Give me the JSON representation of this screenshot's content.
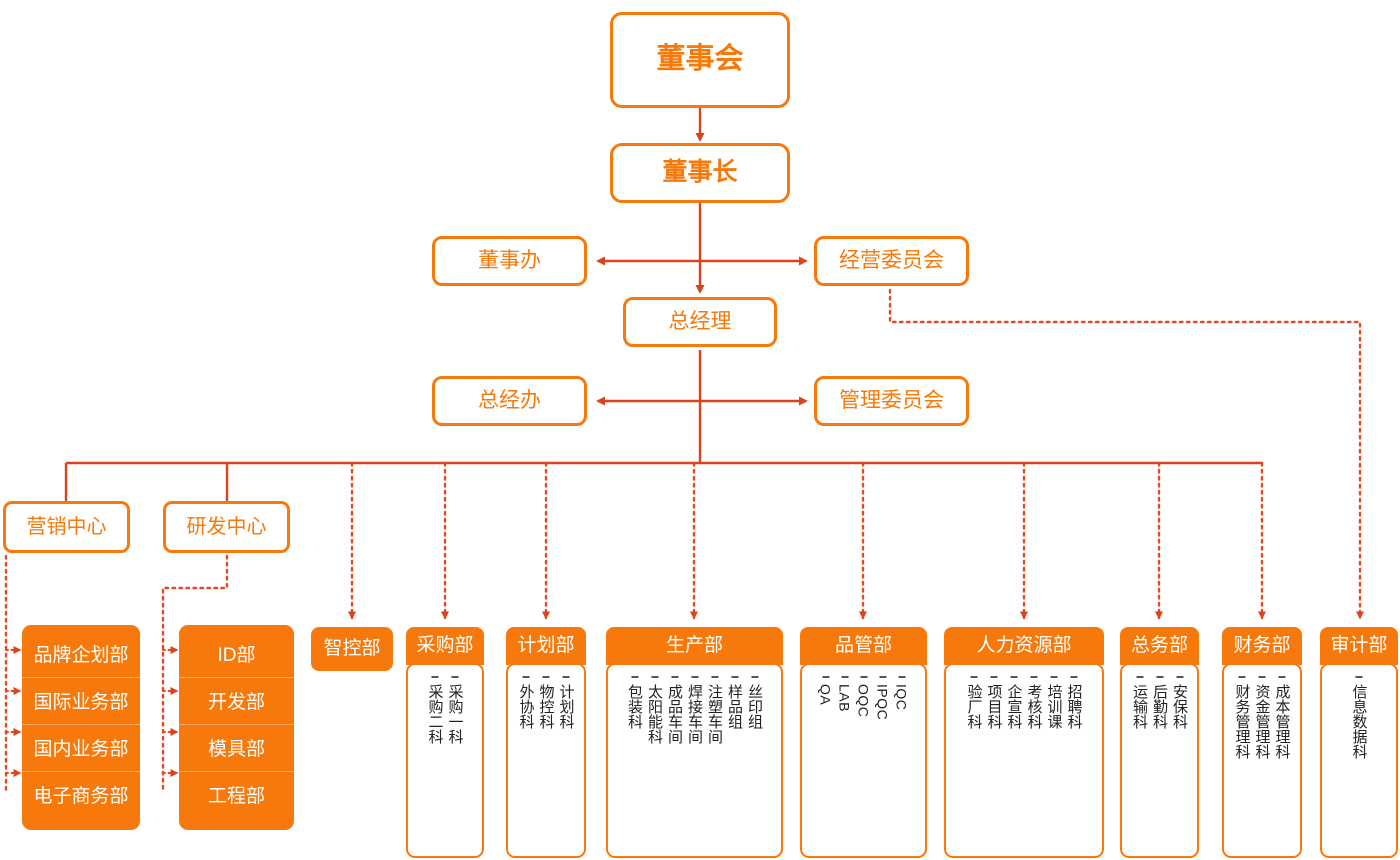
{
  "colors": {
    "brand_orange": "#F7790B",
    "line_red": "#D9441F",
    "text_dark": "#222222",
    "white": "#FFFFFF"
  },
  "top": {
    "board": "董事会",
    "chairman": "董事长",
    "board_office": "董事办",
    "operating_committee": "经营委员会",
    "general_manager": "总经理",
    "gm_office": "总经办",
    "management_committee": "管理委员会"
  },
  "centers": [
    {
      "label": "营销中心"
    },
    {
      "label": "研发中心"
    }
  ],
  "center_groups": [
    {
      "parent": "营销中心",
      "items": [
        "品牌企划部",
        "国际业务部",
        "国内业务部",
        "电子商务部"
      ]
    },
    {
      "parent": "研发中心",
      "items": [
        "ID部",
        "开发部",
        "模具部",
        "工程部"
      ]
    }
  ],
  "departments": [
    {
      "name": "智控部",
      "sections": []
    },
    {
      "name": "采购部",
      "sections": [
        "采购一科",
        "采购二科"
      ]
    },
    {
      "name": "计划部",
      "sections": [
        "计划科",
        "物控科",
        "外协科"
      ]
    },
    {
      "name": "生产部",
      "sections": [
        "丝印组",
        "样品组",
        "注塑车间",
        "焊接车间",
        "成品车间",
        "太阳能科",
        "包装科"
      ]
    },
    {
      "name": "品管部",
      "sections": [
        "IQC",
        "IPQC",
        "OQC",
        "LAB",
        "QA"
      ],
      "latin": true
    },
    {
      "name": "人力资源部",
      "sections": [
        "招聘科",
        "培训课",
        "考核科",
        "企宣科",
        "项目科",
        "验厂科"
      ]
    },
    {
      "name": "总务部",
      "sections": [
        "安保科",
        "后勤科",
        "运输科"
      ]
    },
    {
      "name": "财务部",
      "sections": [
        "成本管理科",
        "资金管理科",
        "财务管理科"
      ]
    },
    {
      "name": "审计部",
      "sections": [
        "信息数据科"
      ]
    }
  ]
}
